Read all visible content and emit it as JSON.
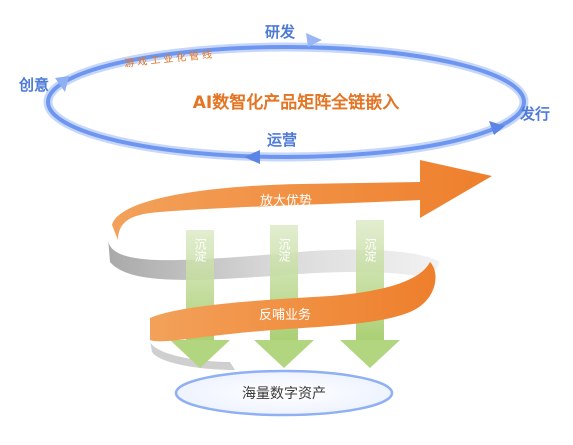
{
  "cycle": {
    "rnd": "研发",
    "create": "创意",
    "publish": "发行",
    "operate": "运营",
    "pipeline": "游戏工业化管线",
    "center": "AI数智化产品矩阵全链嵌入"
  },
  "spiral": {
    "top_label": "放大优势",
    "bottom_label": "反哺业务",
    "sink_label": "沉淀"
  },
  "base": {
    "label": "海量数字资产"
  },
  "colors": {
    "blue": "#5b86e5",
    "orange": "#ef8a3a",
    "orange_text": "#e37524",
    "green": "#b9d88c",
    "grey": "#c8c8c8"
  }
}
